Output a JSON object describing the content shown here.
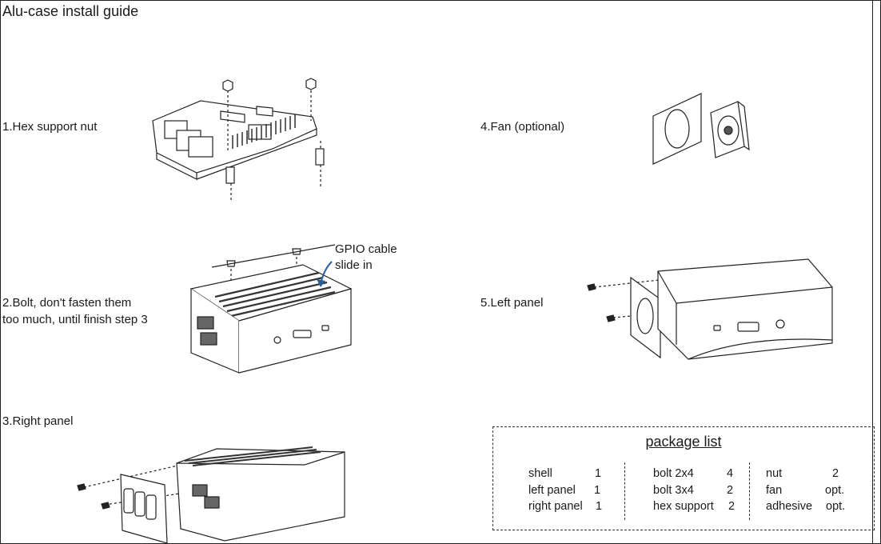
{
  "title": "Alu-case install guide",
  "steps": {
    "s1": "1.Hex support  nut",
    "s2_line1": "2.Bolt, don't fasten them",
    "s2_line2": "too much, until finish step 3",
    "s3": "3.Right panel",
    "s4": "4.Fan (optional)",
    "s5": "5.Left panel"
  },
  "callout": {
    "line1": "GPIO cable",
    "line2": "slide in"
  },
  "package_list": {
    "title": "package list",
    "columns": [
      [
        {
          "name": "shell",
          "qty": "1"
        },
        {
          "name": "left panel",
          "qty": "1"
        },
        {
          "name": "right panel",
          "qty": "1"
        }
      ],
      [
        {
          "name": "bolt 2x4",
          "qty": "4"
        },
        {
          "name": "bolt 3x4",
          "qty": "2"
        },
        {
          "name": "hex support",
          "qty": "2"
        }
      ],
      [
        {
          "name": "nut",
          "qty": "2"
        },
        {
          "name": "fan",
          "qty": "opt."
        },
        {
          "name": "adhesive",
          "qty": "opt."
        }
      ]
    ]
  },
  "colors": {
    "line": "#222222",
    "arrow": "#2a5d9a",
    "background": "#ffffff"
  }
}
